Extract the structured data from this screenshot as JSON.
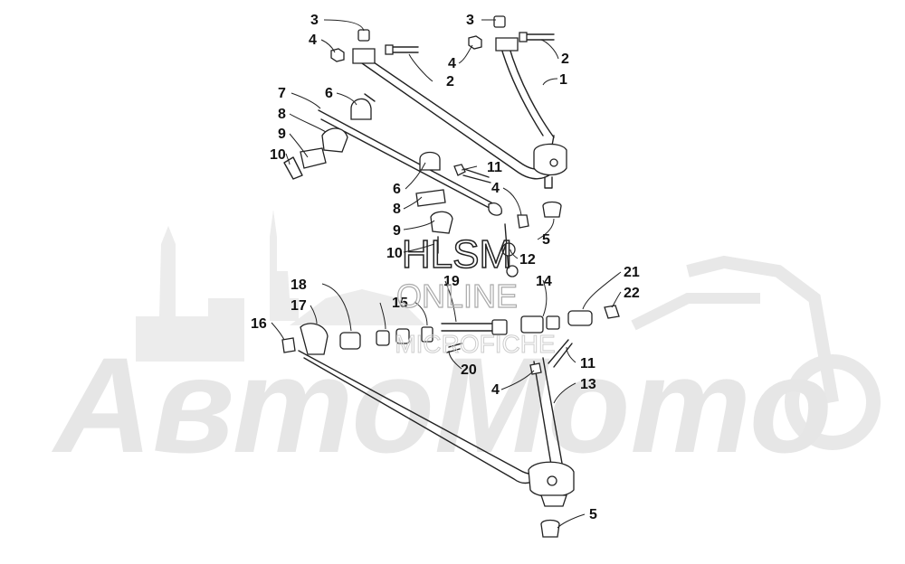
{
  "watermark": {
    "brand": "АвтоМото",
    "brand_color": "#e6e6e6",
    "site_line1": "HLSM",
    "site_line2": "ONLINE",
    "site_line3": "MICROFICHE",
    "site_color": "#cfcfcf"
  },
  "callouts": [
    {
      "label": "1"
    },
    {
      "label": "2"
    },
    {
      "label": "2"
    },
    {
      "label": "3"
    },
    {
      "label": "3"
    },
    {
      "label": "4"
    },
    {
      "label": "4"
    },
    {
      "label": "4"
    },
    {
      "label": "4"
    },
    {
      "label": "5"
    },
    {
      "label": "5"
    },
    {
      "label": "6"
    },
    {
      "label": "6"
    },
    {
      "label": "7"
    },
    {
      "label": "8"
    },
    {
      "label": "8"
    },
    {
      "label": "9"
    },
    {
      "label": "9"
    },
    {
      "label": "10"
    },
    {
      "label": "10"
    },
    {
      "label": "11"
    },
    {
      "label": "11"
    },
    {
      "label": "12"
    },
    {
      "label": "13"
    },
    {
      "label": "14"
    },
    {
      "label": "15"
    },
    {
      "label": "16"
    },
    {
      "label": "17"
    },
    {
      "label": "18"
    },
    {
      "label": "19"
    },
    {
      "label": "20"
    },
    {
      "label": "21"
    },
    {
      "label": "22"
    }
  ]
}
